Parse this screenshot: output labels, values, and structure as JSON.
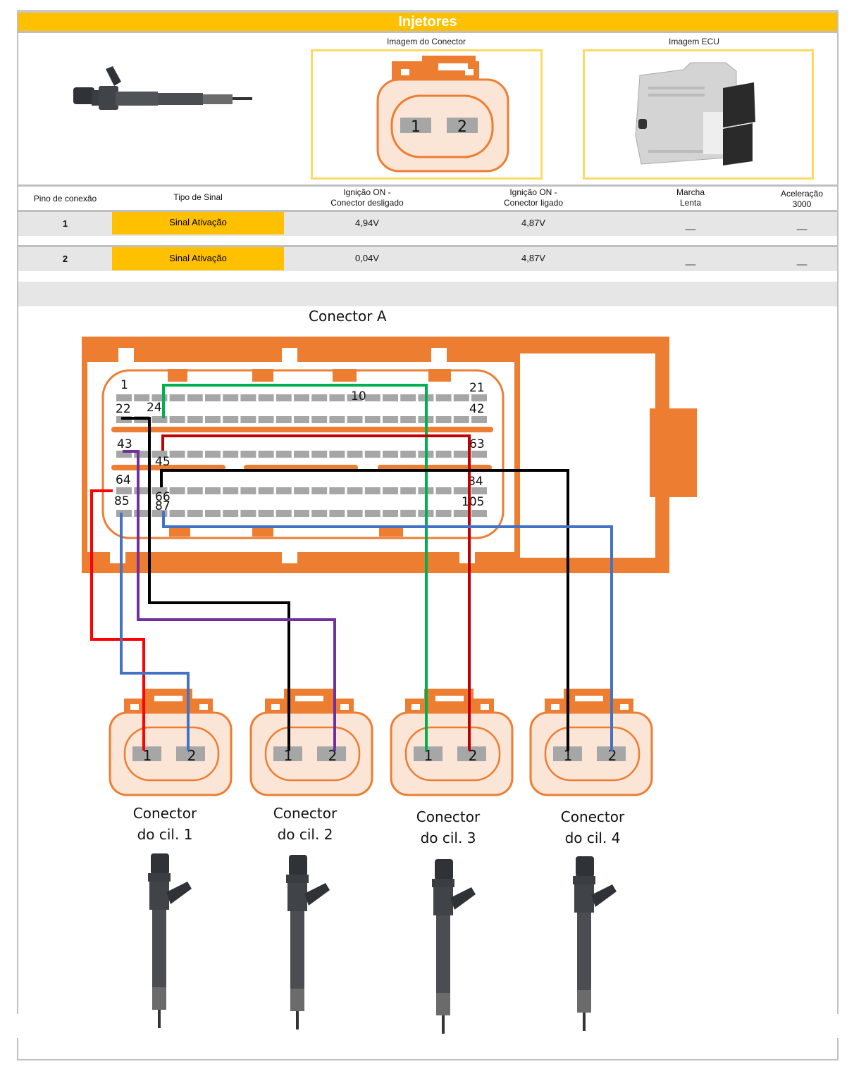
{
  "title": "Injetores",
  "images": {
    "connector_caption": "Imagem do Conector",
    "ecu_caption": "Imagem ECU",
    "connector_pins": [
      "1",
      "2"
    ]
  },
  "table": {
    "headers": {
      "pin": "Pino de conexão",
      "signal": "Tipo de Sinal",
      "ign_off_l1": "Ignição ON -",
      "ign_off_l2": "Conector desligado",
      "ign_on_l1": "Ignição ON -",
      "ign_on_l2": "Conector ligado",
      "idle_l1": "Marcha",
      "idle_l2": "Lenta",
      "accel_l1": "Aceleração",
      "accel_l2": "3000"
    },
    "rows": [
      {
        "pin": "1",
        "signal": "Sinal Ativação",
        "ign_off": "4,94V",
        "ign_on": "4,87V",
        "idle": "__",
        "accel": "__"
      },
      {
        "pin": "2",
        "signal": "Sinal Ativação",
        "ign_off": "0,04V",
        "ign_on": "4,87V",
        "idle": "__",
        "accel": "__"
      }
    ]
  },
  "diagram": {
    "ecu_connector_label": "Conector A",
    "pin_labels": {
      "p1": "1",
      "p10": "10",
      "p21": "21",
      "p22": "22",
      "p24": "24",
      "p42": "42",
      "p43": "43",
      "p45": "45",
      "p63": "63",
      "p64": "64",
      "p66": "66",
      "p84": "84",
      "p85": "85",
      "p87": "87",
      "p105": "105"
    },
    "wire_colors": {
      "red": "#ff0000",
      "darkred": "#c00000",
      "blue": "#4472c4",
      "black": "#000000",
      "purple": "#7030a0",
      "green": "#00b050"
    },
    "cylinders": [
      {
        "label_l1": "Conector",
        "label_l2": "do cil. 1",
        "pin1": "1",
        "pin2": "2",
        "pin1_ecu": "64",
        "pin2_ecu": "85"
      },
      {
        "label_l1": "Conector",
        "label_l2": "do cil. 2",
        "pin1": "1",
        "pin2": "2",
        "pin1_ecu": "22",
        "pin2_ecu": "43"
      },
      {
        "label_l1": "Conector",
        "label_l2": "do cil. 3",
        "pin1": "1",
        "pin2": "2",
        "pin1_ecu": "24",
        "pin2_ecu": "45"
      },
      {
        "label_l1": "Conector",
        "label_l2": "do cil. 4",
        "pin1": "1",
        "pin2": "2",
        "pin1_ecu": "66",
        "pin2_ecu": "87"
      }
    ]
  },
  "colors": {
    "accent": "#ffc000",
    "connector_orange": "#ed7d31",
    "connector_fill": "#fbe5d6",
    "pin_gray": "#a6a6a6"
  }
}
